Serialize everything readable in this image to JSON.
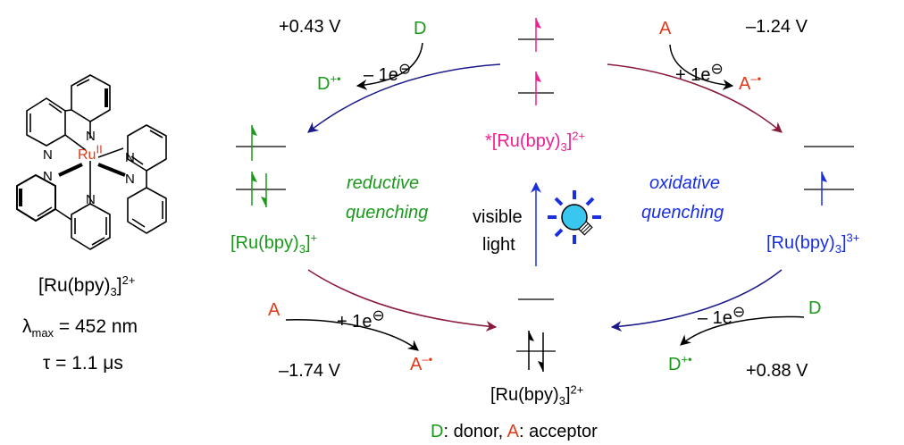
{
  "complex": {
    "metal": "Ru",
    "metal_ox": "II",
    "n_label": "N",
    "formula_main": "[Ru(bpy)",
    "formula_sub": "3",
    "formula_close": "]",
    "charge": "2+",
    "lambda_symbol": "λ",
    "lambda_sub": "max",
    "lambda_value": " = 452 nm",
    "tau": "τ = 1.1 μs"
  },
  "excited_state": {
    "star": "*",
    "formula": "[Ru(bpy)",
    "sub": "3",
    "close": "]",
    "charge": "2+"
  },
  "ground_state": {
    "formula": "[Ru(bpy)",
    "sub": "3",
    "close": "]",
    "charge": "2+"
  },
  "reduced_state": {
    "formula": "[Ru(bpy)",
    "sub": "3",
    "close": "]",
    "charge": "+"
  },
  "oxidized_state": {
    "formula": "[Ru(bpy)",
    "sub": "3",
    "close": "]",
    "charge": "3+"
  },
  "cycles": {
    "reductive_1": "reductive",
    "reductive_2": "quenching",
    "oxidative_1": "oxidative",
    "oxidative_2": "quenching",
    "visible_1": "visible",
    "visible_2": "light"
  },
  "potentials": {
    "top_left": "+0.43 V",
    "top_right": "–1.24 V",
    "bottom_left": "–1.74 V",
    "bottom_right": "+0.88 V"
  },
  "electron_steps": {
    "top_left": "– 1e",
    "top_right": "+ 1e",
    "bottom_left": "+ 1e",
    "bottom_right": "– 1e",
    "circled_minus": "⊖"
  },
  "species": {
    "D": "D",
    "A": "A",
    "radical_cation": "+•",
    "radical_anion": "–•"
  },
  "legend": {
    "d_letter": "D",
    "d_text": ": donor, ",
    "a_letter": "A",
    "a_text": ": acceptor"
  },
  "colors": {
    "green": "#1a9a1a",
    "blue": "#1a2fe0",
    "red": "#e03a1a",
    "pink": "#ef1f8f",
    "maroon": "#8a1a3a",
    "navy": "#1a1a8a",
    "bulb": "#39c6ef"
  }
}
